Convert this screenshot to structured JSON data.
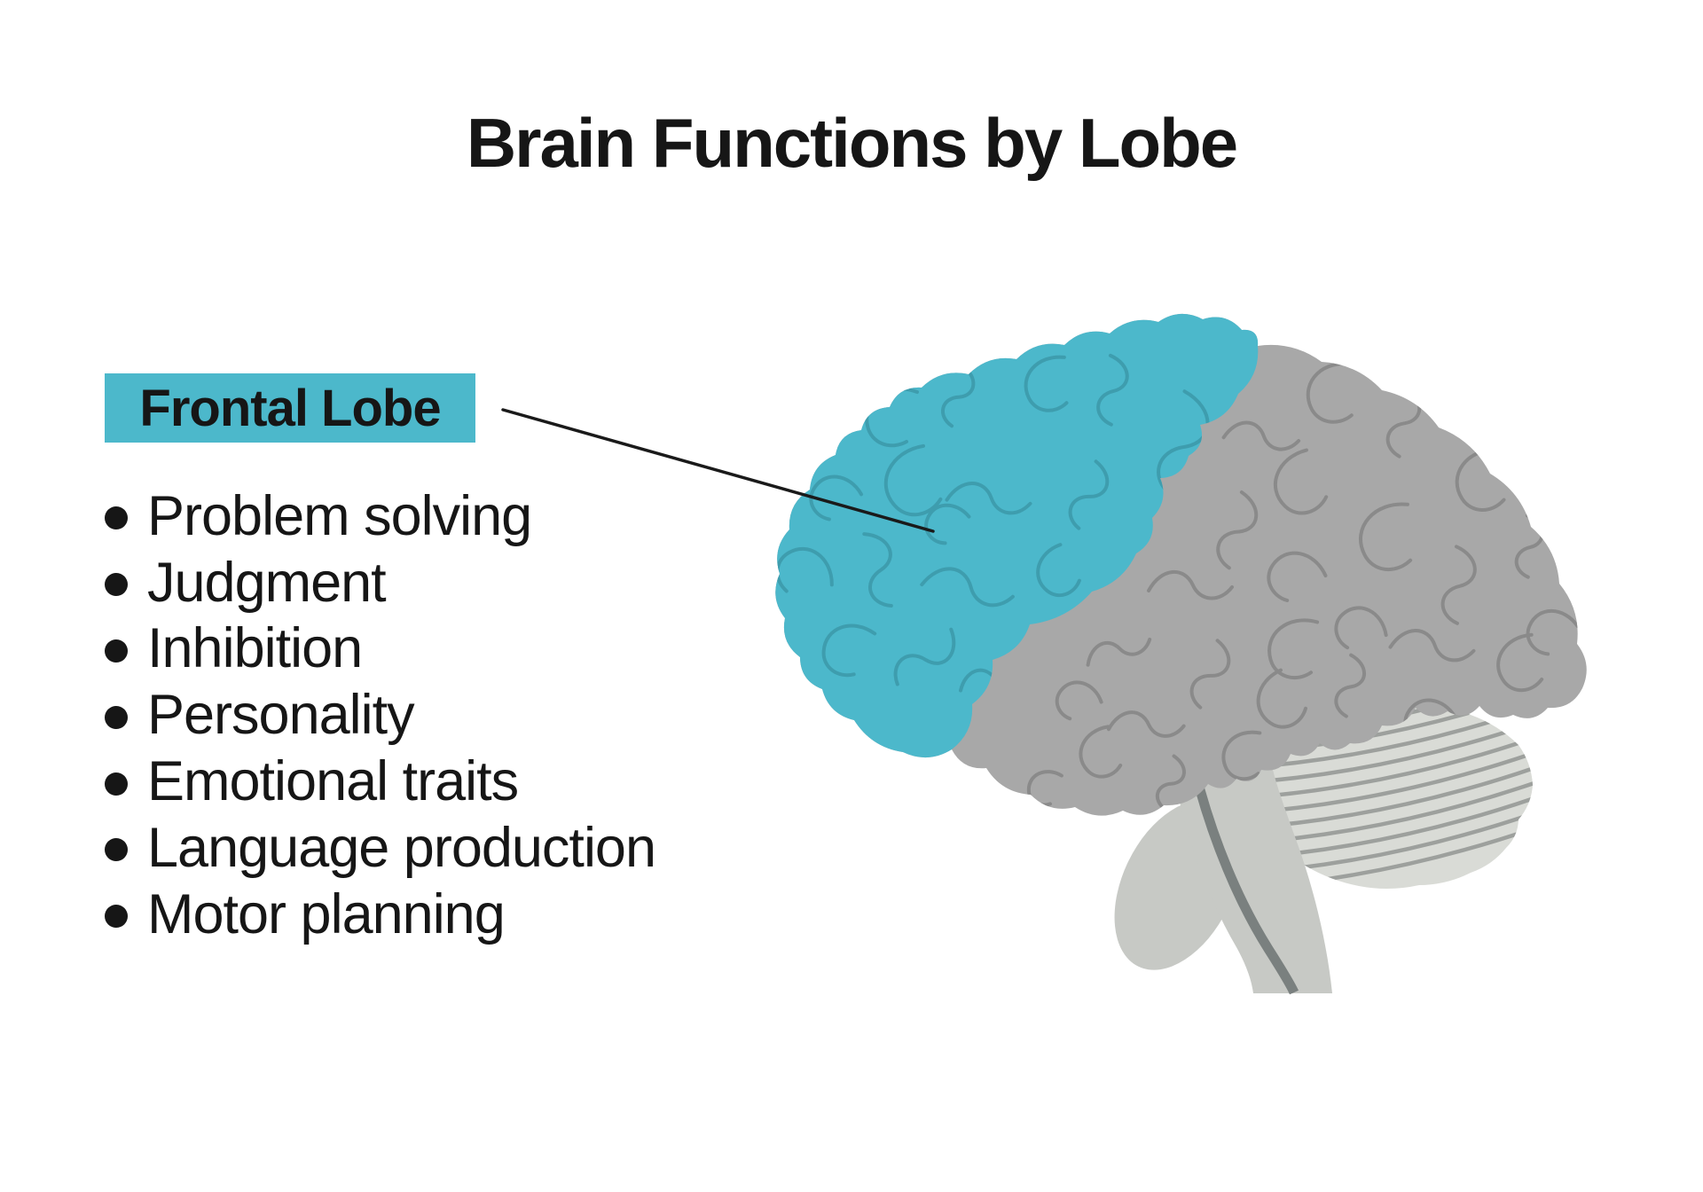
{
  "title": "Brain Functions by Lobe",
  "callout": {
    "label": "Frontal Lobe"
  },
  "functions": {
    "items": [
      "Problem solving",
      "Judgment",
      "Inhibition",
      "Personality",
      "Emotional traits",
      "Language production",
      "Motor planning"
    ]
  },
  "diagram": {
    "parts": [
      "frontal-lobe",
      "cerebrum",
      "cerebellum",
      "brainstem"
    ],
    "highlighted_part": "frontal-lobe"
  },
  "colors": {
    "background": "#FFFFFF",
    "text": "#161616",
    "highlight_teal": "#4CB8CB",
    "teal_fold": "#3E9DAE",
    "cerebrum_gray": "#A8A8A8",
    "gray_fold": "#8A8A8A",
    "cerebellum_gray": "#D9DBD6",
    "cerebellum_stripe": "#9DA09D",
    "brainstem_gray": "#C7C9C5",
    "brainstem_stripe": "#7A807F",
    "leader_line": "#1A1A1A"
  }
}
